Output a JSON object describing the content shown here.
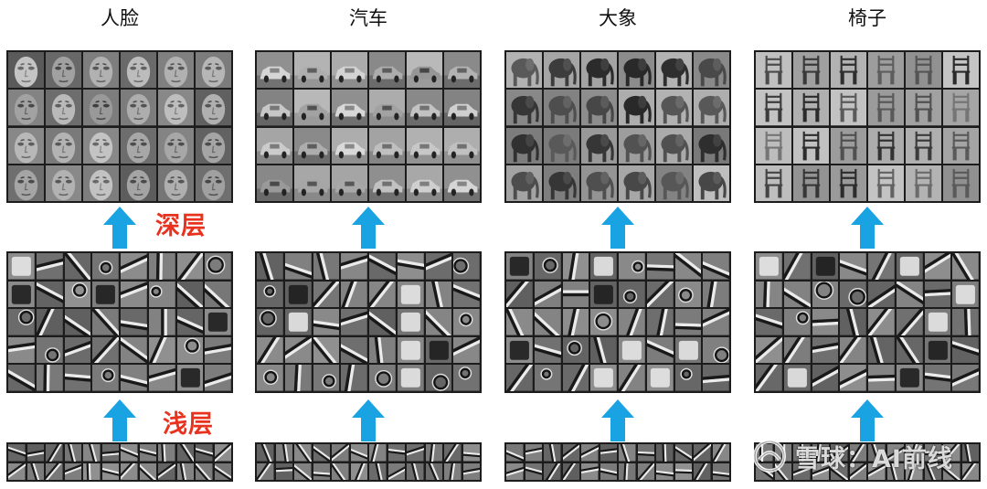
{
  "columns": [
    {
      "id": "face",
      "title": "人脸"
    },
    {
      "id": "car",
      "title": "汽车"
    },
    {
      "id": "elephant",
      "title": "大象"
    },
    {
      "id": "chair",
      "title": "椅子"
    }
  ],
  "levels": {
    "deep": {
      "label": "深层"
    },
    "shallow": {
      "label": "浅层"
    }
  },
  "grids": {
    "top": {
      "rows": 4,
      "cols": 6
    },
    "middle": {
      "rows": 5,
      "cols": 8
    },
    "bottom": {
      "rows": 2,
      "cols": 12
    }
  },
  "watermark": {
    "text": "雪球：AI前线",
    "icon": "snowball-logo-icon"
  },
  "colors": {
    "arrow": "#1aa3e3",
    "label": "#e8321e",
    "grid_border": "#1c1c1c"
  }
}
